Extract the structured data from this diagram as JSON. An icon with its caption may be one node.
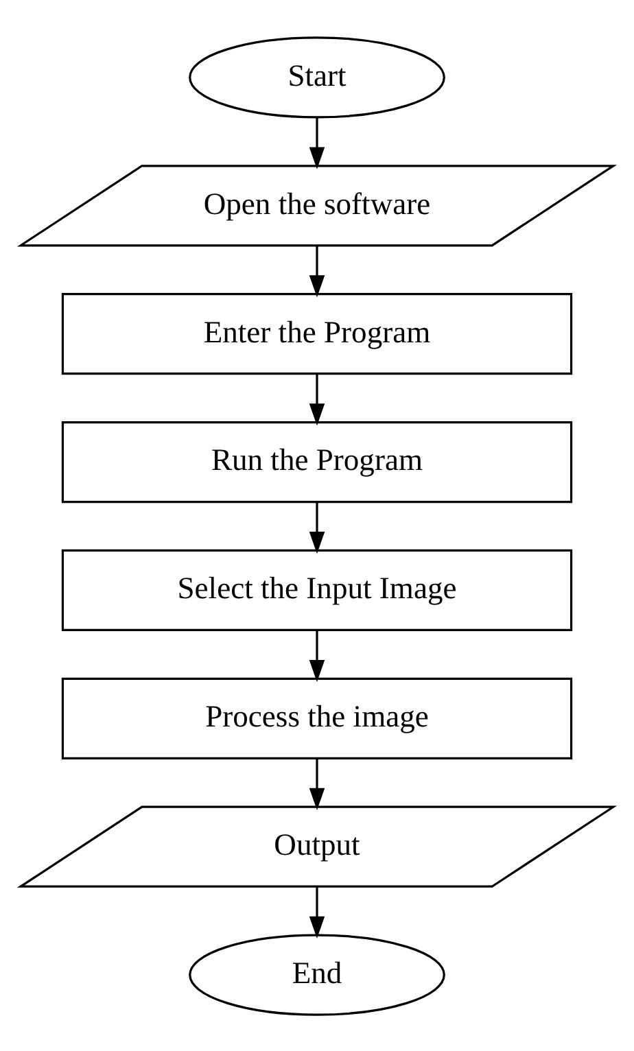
{
  "diagram": {
    "nodes": [
      {
        "text": [
          "Start"
        ]
      },
      {
        "text": [
          "Open the software"
        ]
      },
      {
        "text": [
          "Enter the Program"
        ]
      },
      {
        "text": [
          "Run the Program"
        ]
      },
      {
        "text": [
          "Select the Input Image"
        ]
      },
      {
        "text": [
          "Process the image"
        ]
      },
      {
        "text": [
          "Output"
        ]
      },
      {
        "text": [
          "End"
        ]
      }
    ],
    "edges": [
      {
        "from": 0,
        "to": 1,
        "arrow": "to"
      },
      {
        "from": 1,
        "to": 2,
        "arrow": "to"
      },
      {
        "from": 2,
        "to": 3,
        "arrow": "to"
      },
      {
        "from": 3,
        "to": 4,
        "arrow": "to"
      },
      {
        "from": 4,
        "to": 5,
        "arrow": "to"
      },
      {
        "from": 5,
        "to": 6,
        "arrow": "to"
      },
      {
        "from": 6,
        "to": 7,
        "arrow": "to"
      }
    ]
  }
}
